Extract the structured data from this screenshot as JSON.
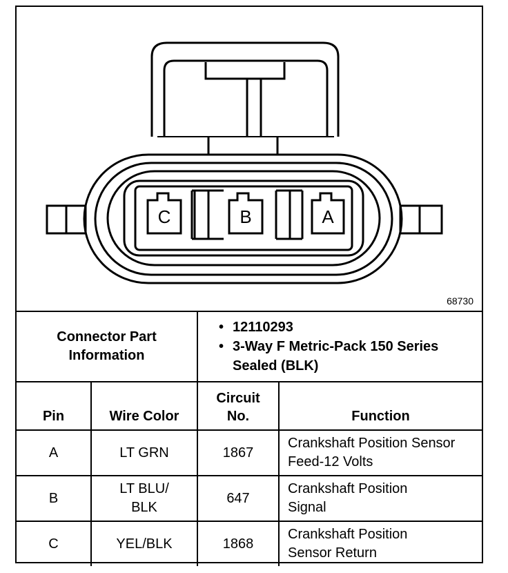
{
  "figure": {
    "id": "68730",
    "pins": [
      "C",
      "B",
      "A"
    ]
  },
  "info": {
    "label": "Connector Part Information",
    "items": [
      "12110293",
      "3-Way F Metric-Pack 150 Series Sealed (BLK)"
    ]
  },
  "table": {
    "headers": {
      "pin": "Pin",
      "wire_color": "Wire Color",
      "circuit": "Circuit No.",
      "function": "Function"
    },
    "rows": [
      {
        "pin": "A",
        "wire_color": "LT GRN",
        "circuit": "1867",
        "function": "Crankshaft Position Sensor Feed-12 Volts"
      },
      {
        "pin": "B",
        "wire_color": "LT BLU/ BLK",
        "circuit": "647",
        "function": "Crankshaft Position Signal"
      },
      {
        "pin": "C",
        "wire_color": "YEL/BLK",
        "circuit": "1868",
        "function": "Crankshaft Position Sensor Return"
      }
    ]
  }
}
